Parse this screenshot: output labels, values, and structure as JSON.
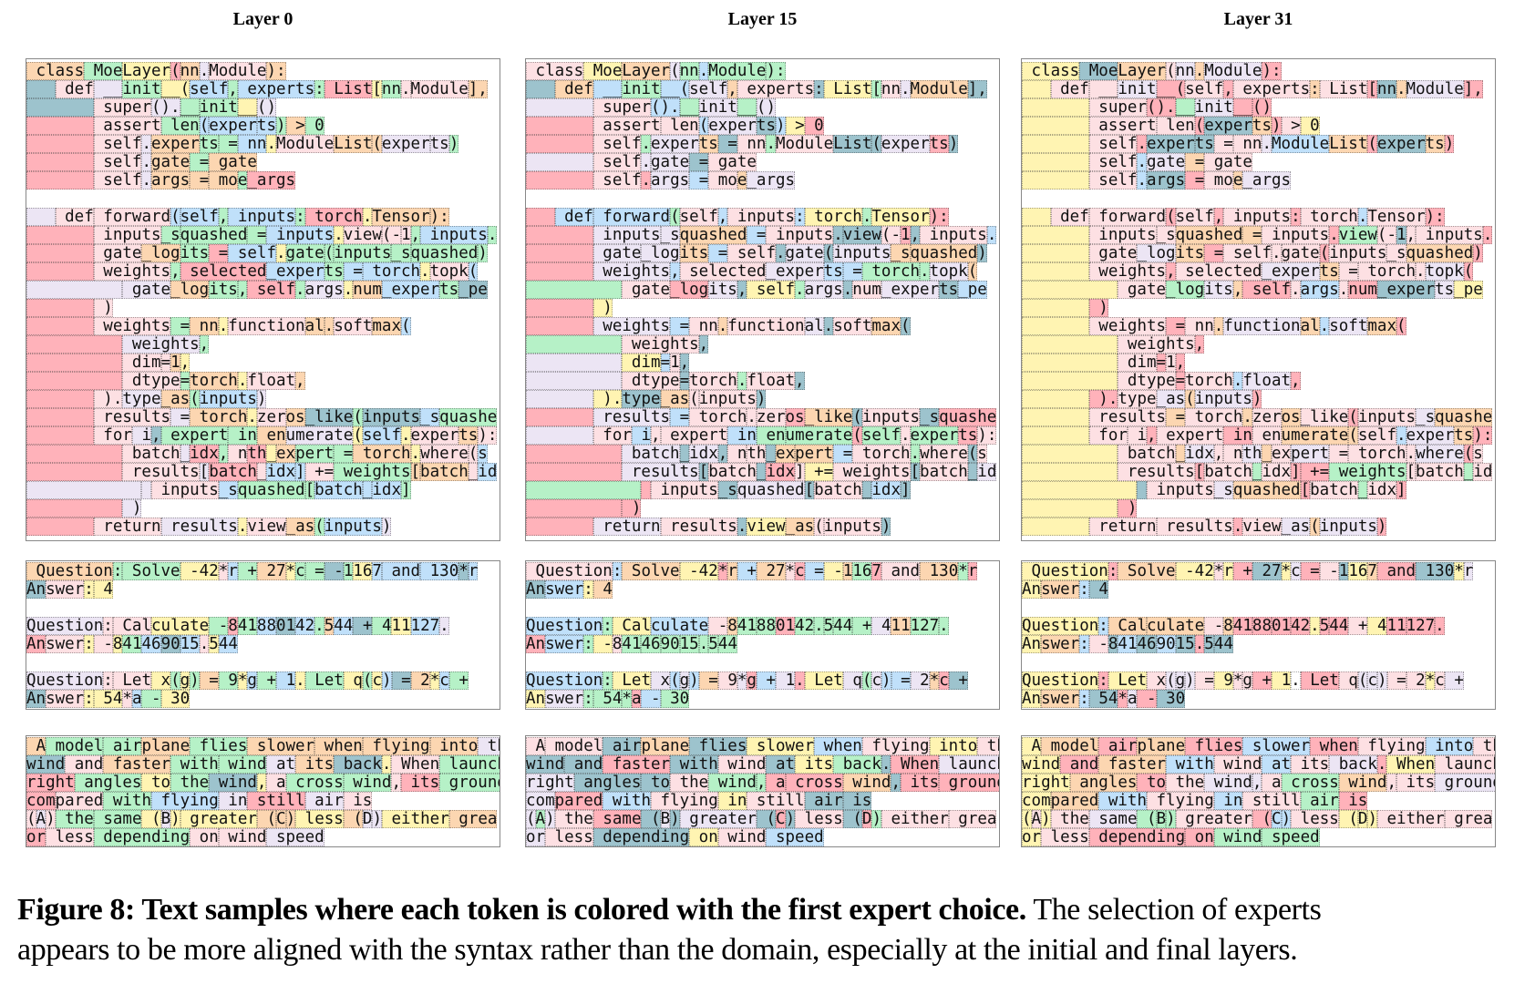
{
  "palette": {
    "o": "#fcd6b1",
    "g": "#b6f1c7",
    "y": "#fff4b2",
    "p": "#fde0e3",
    "r": "#ffb2ba",
    "b": "#c0e0fa",
    "t": "#9dc3cd",
    "l": "#ece5f4",
    "w": "transparent"
  },
  "samples": {
    "code": [
      [
        "",
        " class",
        " Moe",
        "Layer",
        "(",
        "nn",
        ".",
        "Module",
        "):"
      ],
      [
        "   ",
        " def",
        " __",
        "init",
        "__(",
        "self",
        ",",
        " experts",
        ":",
        " List",
        "[",
        "nn",
        ".",
        "Module",
        "],"
      ],
      [
        "       ",
        " super",
        "().",
        "__",
        "init",
        "__",
        "()"
      ],
      [
        "       ",
        " assert",
        " len",
        "(",
        "exper",
        "ts",
        ")",
        " >",
        " 0"
      ],
      [
        "       ",
        " self",
        ".",
        "exper",
        "ts",
        " =",
        " nn",
        ".",
        "Module",
        "List",
        "(",
        "exper",
        "ts",
        ")"
      ],
      [
        "       ",
        " self",
        ".",
        "gate",
        " =",
        " gate"
      ],
      [
        "       ",
        " self",
        ".",
        "args",
        " =",
        " mo",
        "e",
        "_args"
      ],
      [
        ""
      ],
      [
        "   ",
        " def",
        " forward",
        "(",
        "self",
        ",",
        " inputs",
        ":",
        " torch",
        ".",
        "Tensor",
        "):"
      ],
      [
        "       ",
        " inputs",
        "_s",
        "quashed",
        " =",
        " inputs",
        ".",
        "view",
        "(-",
        "1",
        ",",
        " inputs",
        "."
      ],
      [
        "       ",
        " gate",
        "_log",
        "its",
        " =",
        " self",
        ".",
        "gate",
        "(",
        "inputs",
        "_s",
        "quashed",
        ")"
      ],
      [
        "       ",
        " weights",
        ",",
        " selected",
        "_exper",
        "ts",
        " =",
        " torch",
        ".",
        "topk",
        "("
      ],
      [
        "          ",
        " gate",
        "_log",
        "its",
        ",",
        " self",
        ".",
        "args",
        ".",
        "num",
        "_exper",
        "ts",
        "_pe"
      ],
      [
        "       ",
        " )"
      ],
      [
        "       ",
        " weights",
        " =",
        " nn",
        ".",
        "function",
        "al",
        ".",
        "soft",
        "max",
        "("
      ],
      [
        "          ",
        " weights",
        ","
      ],
      [
        "          ",
        " dim",
        "=",
        "1",
        ","
      ],
      [
        "          ",
        " dtype",
        "=",
        "torch",
        ".",
        "float",
        ","
      ],
      [
        "       ",
        " ).",
        "type",
        "_as",
        "(",
        "inputs",
        ")"
      ],
      [
        "       ",
        " results",
        " =",
        " torch",
        ".",
        "zer",
        "os",
        "_like",
        "(",
        "inputs",
        "_s",
        "quashe"
      ],
      [
        "       ",
        " for",
        " i",
        ",",
        " expert",
        " in",
        " en",
        "umerate",
        "(",
        "self",
        ".",
        "exper",
        "ts",
        "):"
      ],
      [
        "          ",
        " batch",
        "_",
        "idx",
        ",",
        " n",
        "th",
        "_",
        "ex",
        "pert",
        " =",
        " torch",
        ".",
        "where",
        "(",
        "s"
      ],
      [
        "          ",
        " results",
        "[",
        "batch",
        "_",
        "idx",
        "]",
        " +=",
        " weights",
        "[",
        "batch",
        "_",
        "id"
      ],
      [
        "            ",
        " ",
        " inputs",
        "_s",
        "quashed",
        "[",
        "batch",
        "_",
        "idx",
        "]"
      ],
      [
        "          ",
        " )"
      ],
      [
        "       ",
        " return",
        " results",
        ".",
        "view",
        "_as",
        "(",
        "inputs",
        ")"
      ]
    ],
    "math": [
      [
        " Question",
        ":",
        " Solve",
        " -42",
        "*",
        "r",
        " +",
        " 27",
        "*",
        "c",
        " =",
        " -",
        "1",
        "16",
        "7",
        " and",
        " 130",
        "*",
        "r"
      ],
      [
        "An",
        "swer",
        ":",
        " 4"
      ],
      [
        ""
      ],
      [
        "Question",
        ":",
        " Cal",
        "culate",
        " -",
        "8",
        "41",
        "88",
        "01",
        "42",
        ".",
        "5",
        "44",
        " +",
        " 4",
        "11",
        "127",
        "."
      ],
      [
        "An",
        "swer",
        ":",
        " -",
        "8",
        "41",
        "46",
        "90",
        "15",
        ".",
        "5",
        "44"
      ],
      [
        ""
      ],
      [
        "Question",
        ":",
        " Let",
        " x",
        "(",
        "g",
        ")",
        " =",
        " 9",
        "*",
        "g",
        " +",
        " 1",
        ".",
        " Let",
        " q",
        "(",
        "c",
        ")",
        " =",
        " 2",
        "*",
        "c",
        " +"
      ],
      [
        "An",
        "swer",
        ":",
        " 54",
        "*",
        "a",
        " -",
        " 30"
      ]
    ],
    "text": [
      [
        " A",
        " model",
        " air",
        "plane",
        " flies",
        " slower",
        " when",
        " flying",
        " into",
        " th"
      ],
      [
        "wind",
        " and",
        " faster",
        " with",
        " wind",
        " at",
        " its",
        " back",
        ".",
        " When",
        " launch"
      ],
      [
        "right",
        " angles",
        " to",
        " the",
        " wind",
        ",",
        " a",
        " cross",
        " wind",
        ",",
        " its",
        " ground"
      ],
      [
        "com",
        "pared",
        " with",
        " flying",
        " in",
        " still",
        " air",
        " is"
      ],
      [
        "(",
        "A",
        ")",
        " the",
        " same",
        " (",
        "B",
        ")",
        " greater",
        " (",
        "C",
        ")",
        " less",
        " (",
        "D",
        ")",
        " either",
        " grea"
      ],
      [
        "or",
        " less",
        " depending",
        " on",
        " wind",
        " speed"
      ]
    ]
  },
  "layers": [
    {
      "title": "Layer 0",
      "code_colors": [
        "wogyrolpo",
        "tplgybgbgrygppo",
        "tplggyl",
        "rpgbbbgog",
        "rploggbypoollg",
        "rplogo",
        "rplooogr",
        "w",
        "lppbbgbgryoo",
        "rpgggbypppgbg",
        "rpogrbyggggggg",
        "rpgrbgbbypb",
        "lloggrglyobgt",
        "rp",
        "rpgoypoopob",
        "rlg",
        "rppoy",
        "rpgoypo",
        "rplogbl",
        "rploypotgtbg",
        "rpltggolybypop",
        "rplrgpryoggoyppb",
        "rplrpbbpgoopb",
        "llpbggbbbg",
        "rl",
        "rplypogbl"
      ],
      "math_colors": [
        "oggypbgoyggtgybbbtb",
        "tpyy",
        "w",
        "lppygrgbtbgobtgybl",
        "rpypygbtbpyb",
        "w",
        "lppygygogybgbygygybtoybg",
        "tpyypbgy"
      ],
      "text_colors": [
        "oggogoooolb",
        "tpoggloty pg",
        "rgygtypggprg",
        "rpgblrlp",
        "plpggylyyoooyollyo",
        "rpgppl"
      ]
    },
    {
      "title": "Layer 15",
      "code_colors": [
        "wpyolgbgg",
        "tobgbloptygplot",
        "lpbglgl",
        "rppbltbyr",
        "rpglotpgpttlrt",
        "lplltp",
        "rprlbpol",
        "w",
        "rbbgpbpbygyr",
        "rllobpttprtpb",
        "rllobptltloot",
        "rlbplbbgglo",
        "gprltygltpltb",
        "ry",
        "rlbpopltpot",
        "gpt",
        "lybpt",
        "lptpgpt",
        "lytoppt",
        "rlbppprotptr",
        "lpbppbggrgpgrp",
        "rltltpptoobpgptp",
        "rltptrpyptptl",
        "grptltptbt",
        "rr",
        "rlptyoppt"
      ],
      "math_colors": [
        "pboyrobopr byogrpogr",
        "tbyo",
        "w",
        "bgybpoggrggggglogg",
        "rbgypggggggg",
        "w",
        "bgylblbopl rblrylglbblort",
        "ylgggrbg"
      ],
      "text_colors": [
        "pptotybpyp",
        "ttrtptygtrl",
        "lttpggrrotrr",
        "lrbpypt t",
        "lglprtltltrtptrgpp",
        "lptypb"
      ]
    },
    {
      "title": "Layer 31",
      "code_colors": [
        "wytoplolr",
        "ypplrprpoprtolr",
        "yprglrr",
        "ypprtorpy",
        "yprttpplbortor",
        "ypblop",
        "ypbtrpol",
        "w",
        "ypprprprpbpr",
        "yppooprgptppr",
        "yplorppprppor",
        "yprploppplr",
        "ypglorpbprtly",
        "yr",
        "yprpoloblor",
        "ypr",
        "yprpr",
        "yprpblr",
        "yrplolr",
        "ypopopoprplo",
        "ypprprpoopblor",
        "ypolpploplppplrp",
        "yprpgprrgppgp",
        "ytplorpgpr",
        "yr",
        "ypprplolr"
      ],
      "math_colors": [
        "yroypyrtylrptyortyl",
        "yobt",
        "w",
        "yboopo rrrryrrpyrrr",
        "yobptbtbtrtt",
        "w",
        "yryplllpypprydrplllppyplr",
        "yobtrlrt"
      ],
      "text_colors": [
        "yororbrpbp",
        "yrobpbplryp",
        "yorpllpgoppl",
        "yobpbpgr",
        "ypyplgggprbbpyyypp",
        "yprrgg"
      ]
    }
  ],
  "caption": {
    "bold": "Figure 8: Text samples where each token is colored with the first expert choice.",
    "line1_rest": " The selection of experts",
    "line2": "appears to be more aligned with the syntax rather than the domain, especially at the initial and final layers."
  }
}
